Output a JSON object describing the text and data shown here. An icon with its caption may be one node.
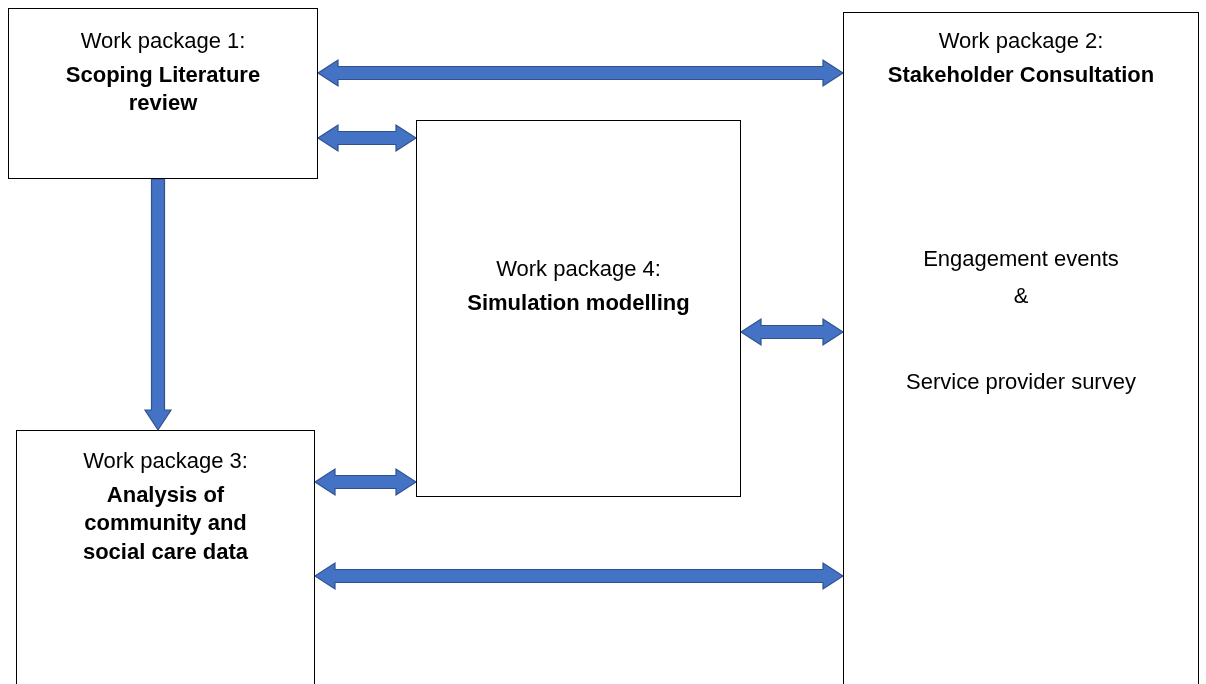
{
  "diagram": {
    "nodes": [
      {
        "text": [
          "Work package 1:",
          "Scoping Literature review"
        ]
      },
      {
        "text": [
          "Work package 2:",
          "Stakeholder Consultation",
          "Engagement events",
          "&",
          "Service provider survey"
        ]
      },
      {
        "text": [
          "Work package 4:",
          "Simulation modelling"
        ]
      },
      {
        "text": [
          "Work package 3:",
          "Analysis of community and social care data"
        ]
      }
    ],
    "edges": [
      {
        "from": 0,
        "to": 1,
        "arrow": "both"
      },
      {
        "from": 0,
        "to": 2,
        "arrow": "both"
      },
      {
        "from": 0,
        "to": 3,
        "arrow": "to"
      },
      {
        "from": 2,
        "to": 1,
        "arrow": "both"
      },
      {
        "from": 3,
        "to": 2,
        "arrow": "both"
      },
      {
        "from": 3,
        "to": 1,
        "arrow": "both"
      }
    ]
  }
}
